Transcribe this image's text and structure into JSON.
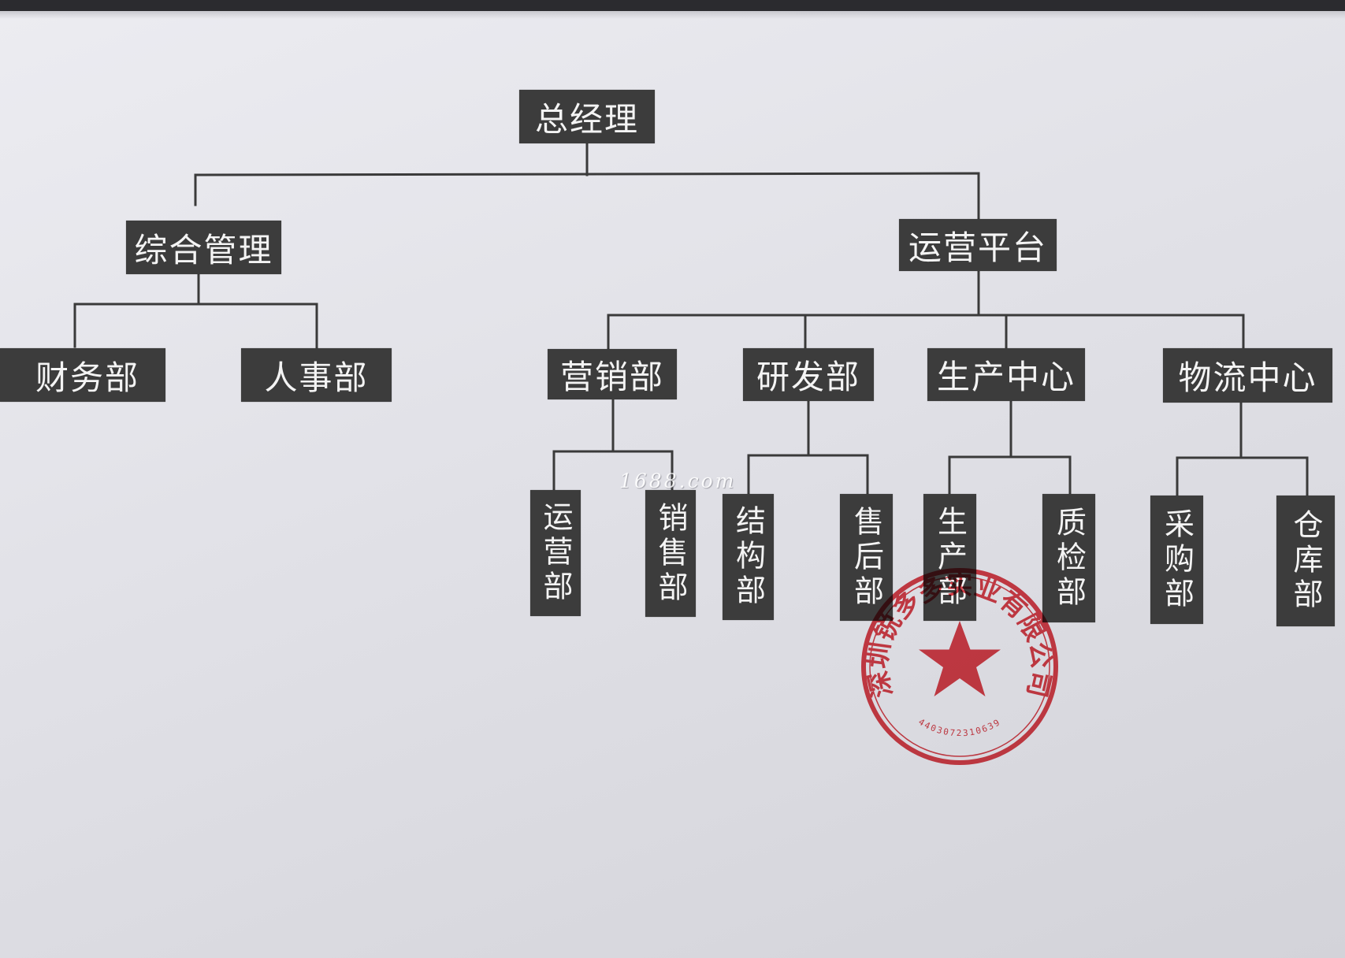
{
  "org_chart": {
    "root": "总经理",
    "level2": {
      "general_management": "综合管理",
      "operations_platform": "运营平台"
    },
    "level3": {
      "finance": "财务部",
      "hr": "人事部",
      "marketing": "营销部",
      "rnd": "研发部",
      "production_center": "生产中心",
      "logistics_center": "物流中心"
    },
    "level4": {
      "operations_dept": "运营部",
      "sales_dept": "销售部",
      "structure_dept": "结构部",
      "after_sales_dept": "售后部",
      "production_dept": "生产部",
      "qc_dept": "质检部",
      "purchasing_dept": "采购部",
      "warehouse_dept": "仓库部"
    }
  },
  "watermark": "1688.com",
  "seal": {
    "text": "深圳锐多多实业有限公司",
    "number": "4403072310639",
    "color": "#d8252f"
  },
  "colors": {
    "box": "#3c3c3c",
    "box_text": "#f4f4f4",
    "line": "#3a3a3a",
    "paper": "#e3e3e8"
  }
}
